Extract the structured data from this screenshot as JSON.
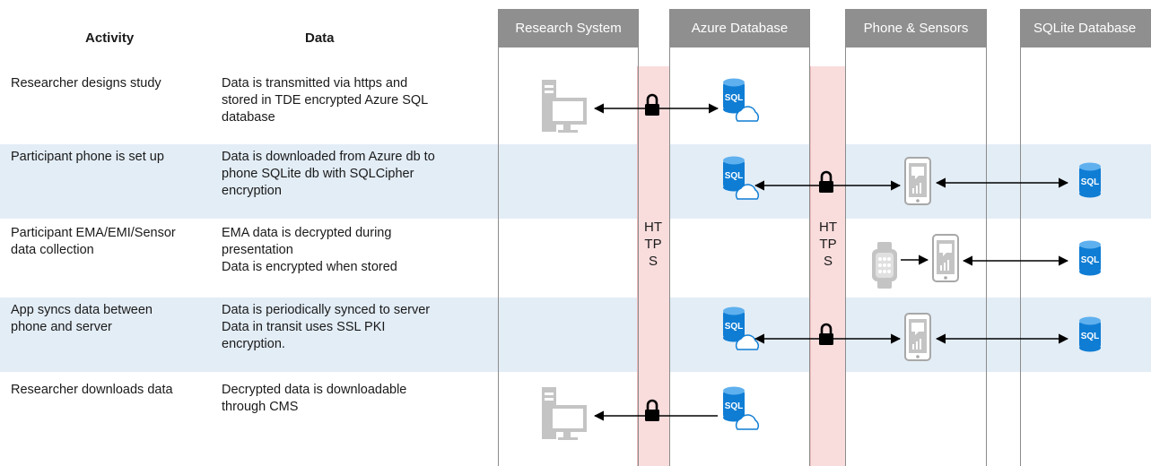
{
  "headers": {
    "activity": "Activity",
    "data": "Data"
  },
  "lanes": [
    "Research System",
    "Azure Database",
    "Phone & Sensors",
    "SQLite Database"
  ],
  "https_label": "HTTPS",
  "rows": [
    {
      "activity": "Researcher designs study",
      "data": [
        "Data is transmitted via https and",
        "stored in TDE encrypted Azure SQL",
        "database"
      ]
    },
    {
      "activity": "Participant phone is set up",
      "data": [
        "Data is downloaded from Azure db to",
        "phone SQLite db with SQLCipher",
        "encryption"
      ]
    },
    {
      "activity": "Participant EMA/EMI/Sensor data collection",
      "data": [
        "EMA data is decrypted during",
        "presentation",
        "Data is encrypted when stored"
      ]
    },
    {
      "activity": "App syncs data between phone and server",
      "data": [
        "Data is periodically synced to server",
        "Data in transit uses SSL PKI",
        "encryption."
      ]
    },
    {
      "activity": "Researcher downloads data",
      "data": [
        "Decrypted data is downloadable",
        "through CMS"
      ]
    }
  ],
  "icons": {
    "db_label": "SQL",
    "colors": {
      "band": "#e3edf6",
      "https": "#f9dcdc",
      "lane_header": "#8f8f8f",
      "db_blue": "#0f7dd4",
      "device_gray": "#c4c4c4"
    }
  }
}
